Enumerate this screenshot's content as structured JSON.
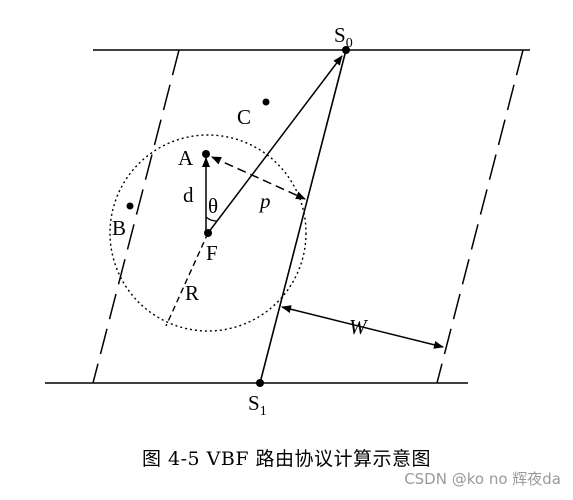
{
  "figure": {
    "labels": {
      "s0": "S",
      "s0_sub": "0",
      "s1": "S",
      "s1_sub": "1",
      "a": "A",
      "b": "B",
      "c": "C",
      "f": "F",
      "d": "d",
      "theta": "θ",
      "p": "p",
      "r": "R",
      "w": "W"
    }
  },
  "caption": "图 4-5 VBF 路由协议计算示意图",
  "watermark": "CSDN @ko no 辉夜da"
}
